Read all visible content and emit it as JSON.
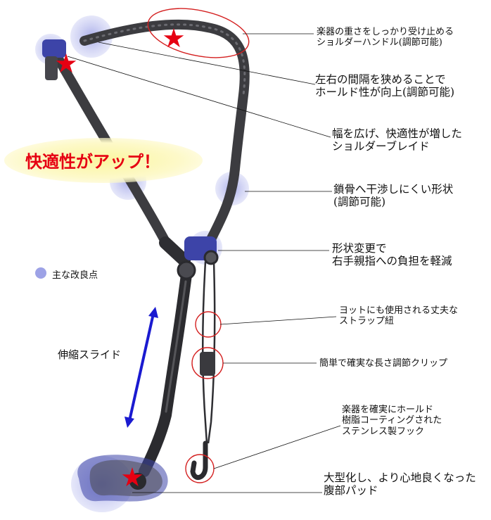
{
  "callouts": [
    {
      "lines": [
        "楽器の重さをしっかり受け止める",
        "ショルダーハンドル(調節可能)"
      ]
    },
    {
      "lines": [
        "左右の間隔を狭めることで",
        "ホールド性が向上(調節可能)"
      ]
    },
    {
      "lines": [
        "幅を広げ、快適性が増した",
        "ショルダーブレイド"
      ]
    },
    {
      "lines": [
        "鎖骨へ干渉しにくい形状",
        "(調節可能)"
      ]
    },
    {
      "lines": [
        "形状変更で",
        "右手親指への負担を軽減"
      ]
    },
    {
      "lines": [
        "ヨットにも使用される丈夫な",
        "ストラップ紐"
      ]
    },
    {
      "lines": [
        "簡単で確実な長さ調節クリップ"
      ]
    },
    {
      "lines": [
        "楽器を確実にホールド",
        "樹脂コーティングされた",
        "ステンレス製フック"
      ]
    },
    {
      "lines": [
        "大型化し、より心地良くなった",
        "腹部パッド"
      ]
    }
  ],
  "highlight_text": "快適性がアップ！",
  "legend_text": "主な改良点",
  "slide_label": "伸縮スライド",
  "colors": {
    "highlight_text": "#e60012",
    "highlight_bg": "#fbf6a0",
    "marker": "#9da2e6",
    "callout_circle": "#d42020",
    "star": "#e60012",
    "arrow": "#1a1ad0",
    "frame": "#3c3c40",
    "part_blue": "#3d44a8"
  },
  "icons": [
    "star-icon",
    "double-arrow-icon",
    "improvement-marker-icon"
  ]
}
